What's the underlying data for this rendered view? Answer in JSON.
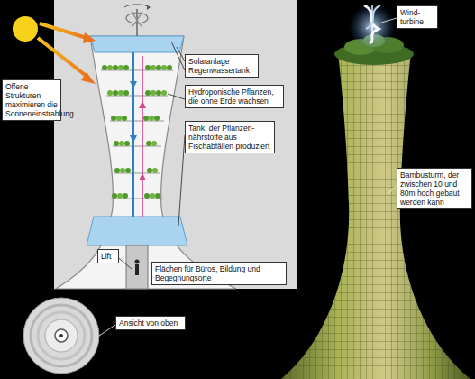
{
  "diagram": {
    "nodes": [
      {
        "text": [
          "Offene Strukturen maximieren die Sonneneinstrahlung"
        ]
      },
      {
        "text": [
          "Solaranlage",
          "Regenwassertank"
        ]
      },
      {
        "text": [
          "Hydroponische Pflanzen, die ohne Erde wachsen"
        ]
      },
      {
        "text": [
          "Tank, der Pflanzen-nährstoffe aus Fischabfällen produziert"
        ]
      },
      {
        "text": [
          "Lift"
        ]
      },
      {
        "text": [
          "Flächen für Büros, Bildung und Begegnungsorte"
        ]
      },
      {
        "text": [
          "Ansicht von oben"
        ]
      },
      {
        "text": [
          "Wind-turbine"
        ]
      },
      {
        "text": [
          "Bambusturm, der zwischen 10 und 80m hoch gebaut werden kann"
        ]
      }
    ]
  }
}
